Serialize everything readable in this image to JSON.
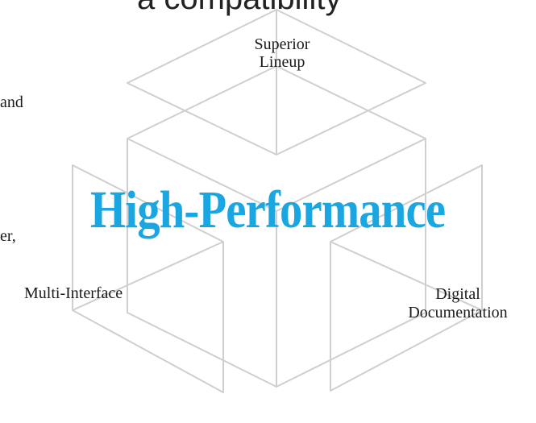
{
  "header": {
    "partial_heading": "a compatibility"
  },
  "left_text": {
    "fragment_1": "and",
    "fragment_2": "er,"
  },
  "diagram": {
    "top_label_line1": "Superior",
    "top_label_line2": "Lineup",
    "left_label": "Multi-Interface",
    "right_label_line1": "Digital",
    "right_label_line2": "Documentation",
    "center_title": "High-Performance"
  },
  "colors": {
    "accent": "#1aa6e0",
    "line": "#cfcfcf",
    "text": "#1a1a1a"
  }
}
